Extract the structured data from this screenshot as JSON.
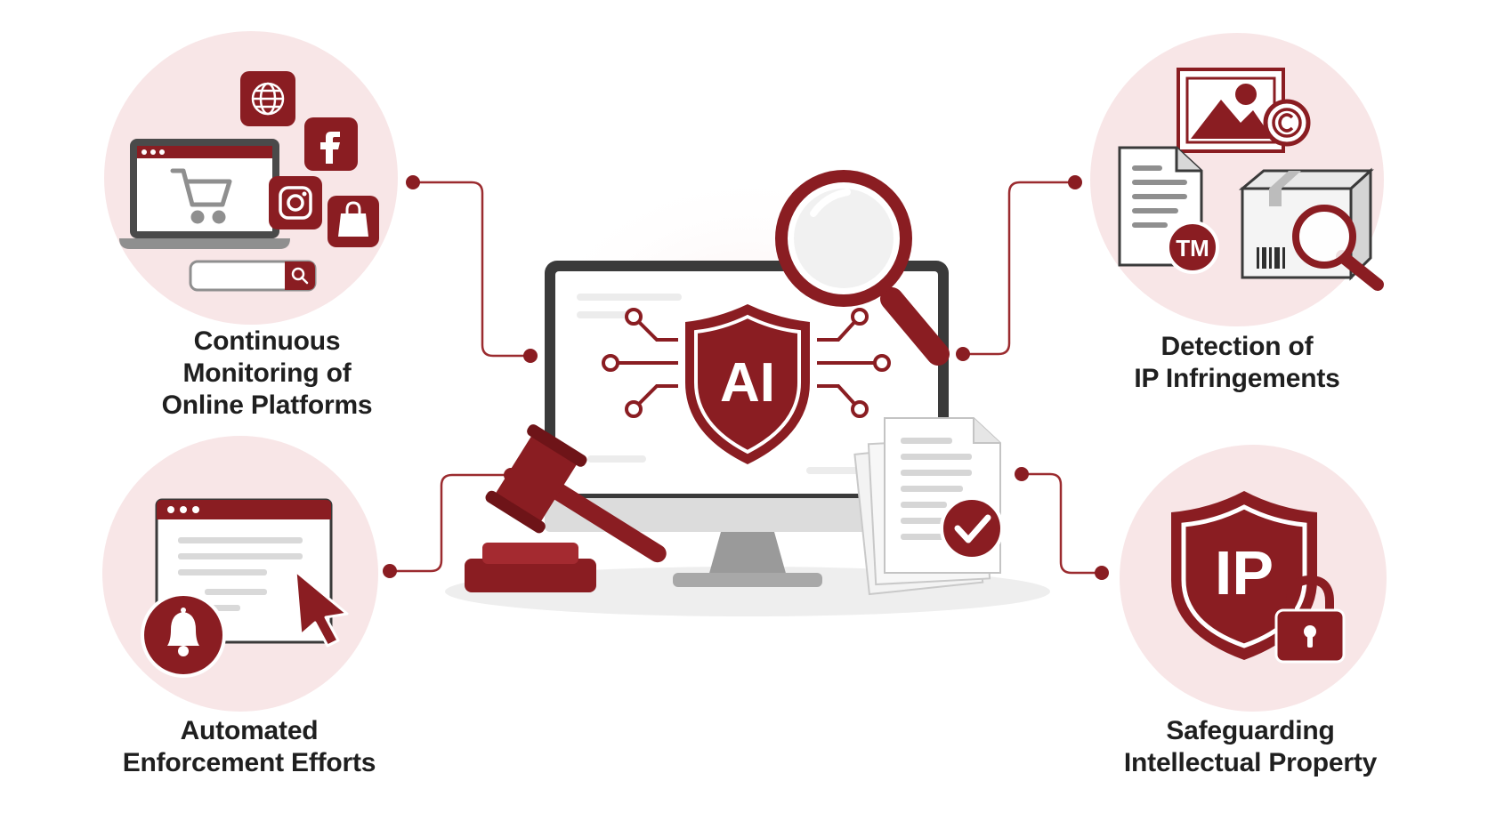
{
  "colors": {
    "accent": "#8a1d22",
    "accent_dark": "#6e1418",
    "circle_bg": "#f8e6e7",
    "center_glow": "#fbeeee",
    "line": "#9b2b2f",
    "gray": "#8f8f8f",
    "light_gray": "#e6e6e6",
    "text": "#1f1f1f"
  },
  "center": {
    "shield_text": "AI"
  },
  "nodes": {
    "monitoring": {
      "lines": [
        "Continuous",
        "Monitoring of",
        "Online Platforms"
      ]
    },
    "detection": {
      "lines": [
        "Detection of",
        "IP Infringements"
      ],
      "trademark_text": "TM"
    },
    "enforcement": {
      "lines": [
        "Automated",
        "Enforcement Efforts"
      ]
    },
    "safeguarding": {
      "lines": [
        "Safeguarding",
        "Intellectual Property"
      ],
      "shield_text": "IP"
    }
  }
}
